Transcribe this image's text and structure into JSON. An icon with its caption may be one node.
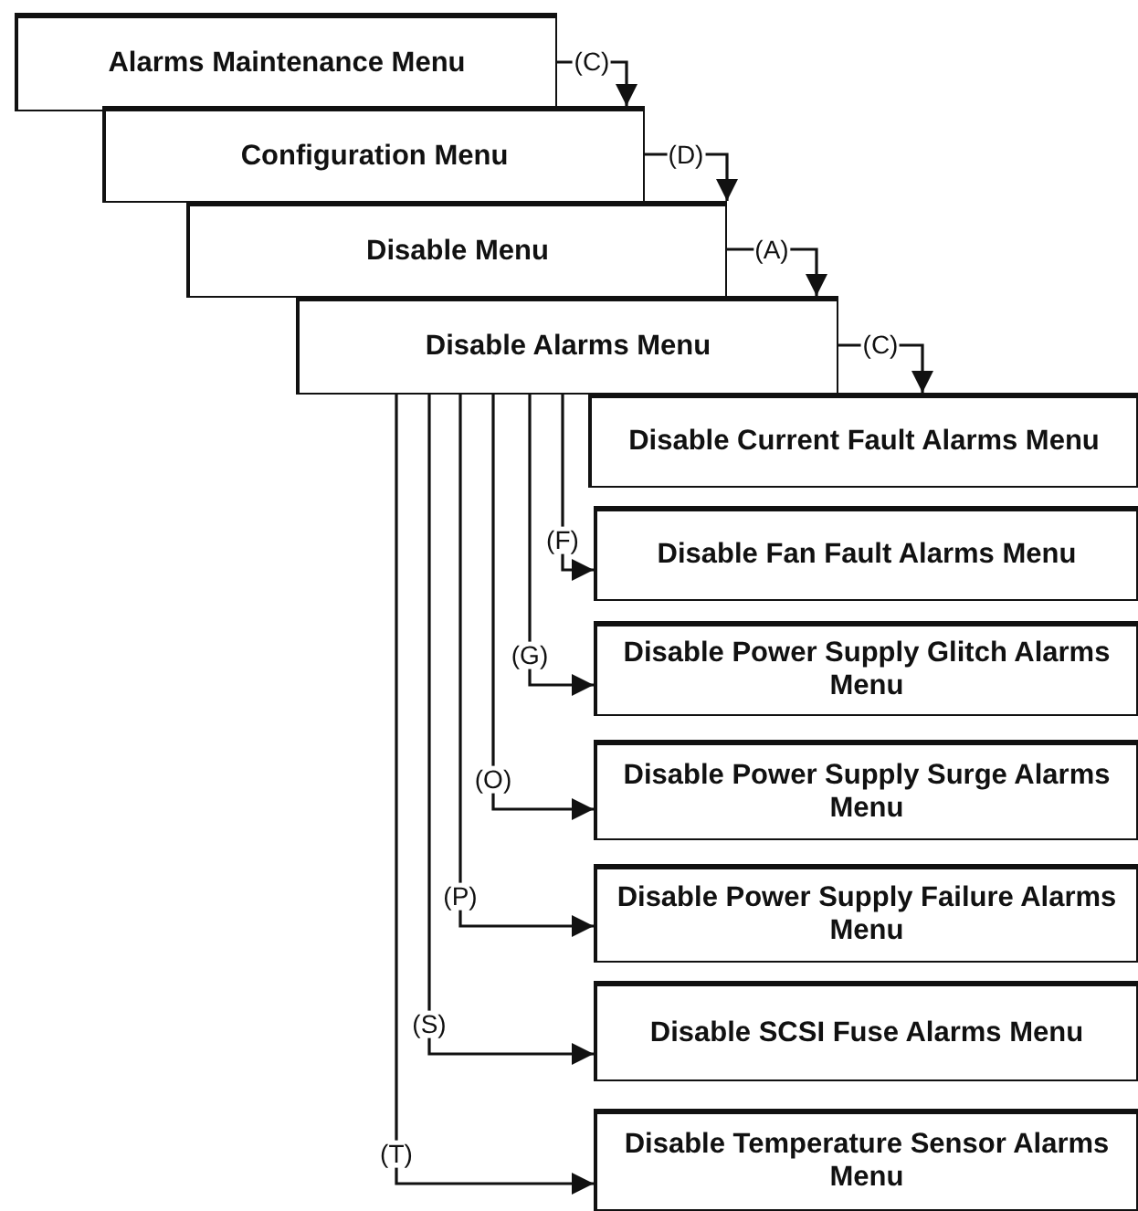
{
  "diagram": {
    "nodes": [
      {
        "text": [
          "Alarms Maintenance Menu"
        ]
      },
      {
        "text": [
          "Configuration Menu"
        ]
      },
      {
        "text": [
          "Disable Menu"
        ]
      },
      {
        "text": [
          "Disable Alarms Menu"
        ]
      },
      {
        "text": [
          "Disable Current Fault Alarms Menu"
        ]
      },
      {
        "text": [
          "Disable Fan Fault Alarms Menu"
        ]
      },
      {
        "text": [
          "Disable Power Supply Glitch Alarms Menu"
        ]
      },
      {
        "text": [
          "Disable Power Supply Surge Alarms Menu"
        ]
      },
      {
        "text": [
          "Disable Power Supply Failure Alarms Menu"
        ]
      },
      {
        "text": [
          "Disable SCSI Fuse Alarms Menu"
        ]
      },
      {
        "text": [
          "Disable Temperature Sensor Alarms Menu"
        ]
      }
    ],
    "edges": [
      {
        "from": 0,
        "to": 1,
        "arrow": "to",
        "label": "(C)"
      },
      {
        "from": 1,
        "to": 2,
        "arrow": "to",
        "label": "(D)"
      },
      {
        "from": 2,
        "to": 3,
        "arrow": "to",
        "label": "(A)"
      },
      {
        "from": 3,
        "to": 4,
        "arrow": "to",
        "label": "(C)"
      },
      {
        "from": 3,
        "to": 5,
        "arrow": "to",
        "label": "(F)"
      },
      {
        "from": 3,
        "to": 6,
        "arrow": "to",
        "label": "(G)"
      },
      {
        "from": 3,
        "to": 7,
        "arrow": "to",
        "label": "(O)"
      },
      {
        "from": 3,
        "to": 8,
        "arrow": "to",
        "label": "(P)"
      },
      {
        "from": 3,
        "to": 9,
        "arrow": "to",
        "label": "(S)"
      },
      {
        "from": 3,
        "to": 10,
        "arrow": "to",
        "label": "(T)"
      }
    ]
  }
}
